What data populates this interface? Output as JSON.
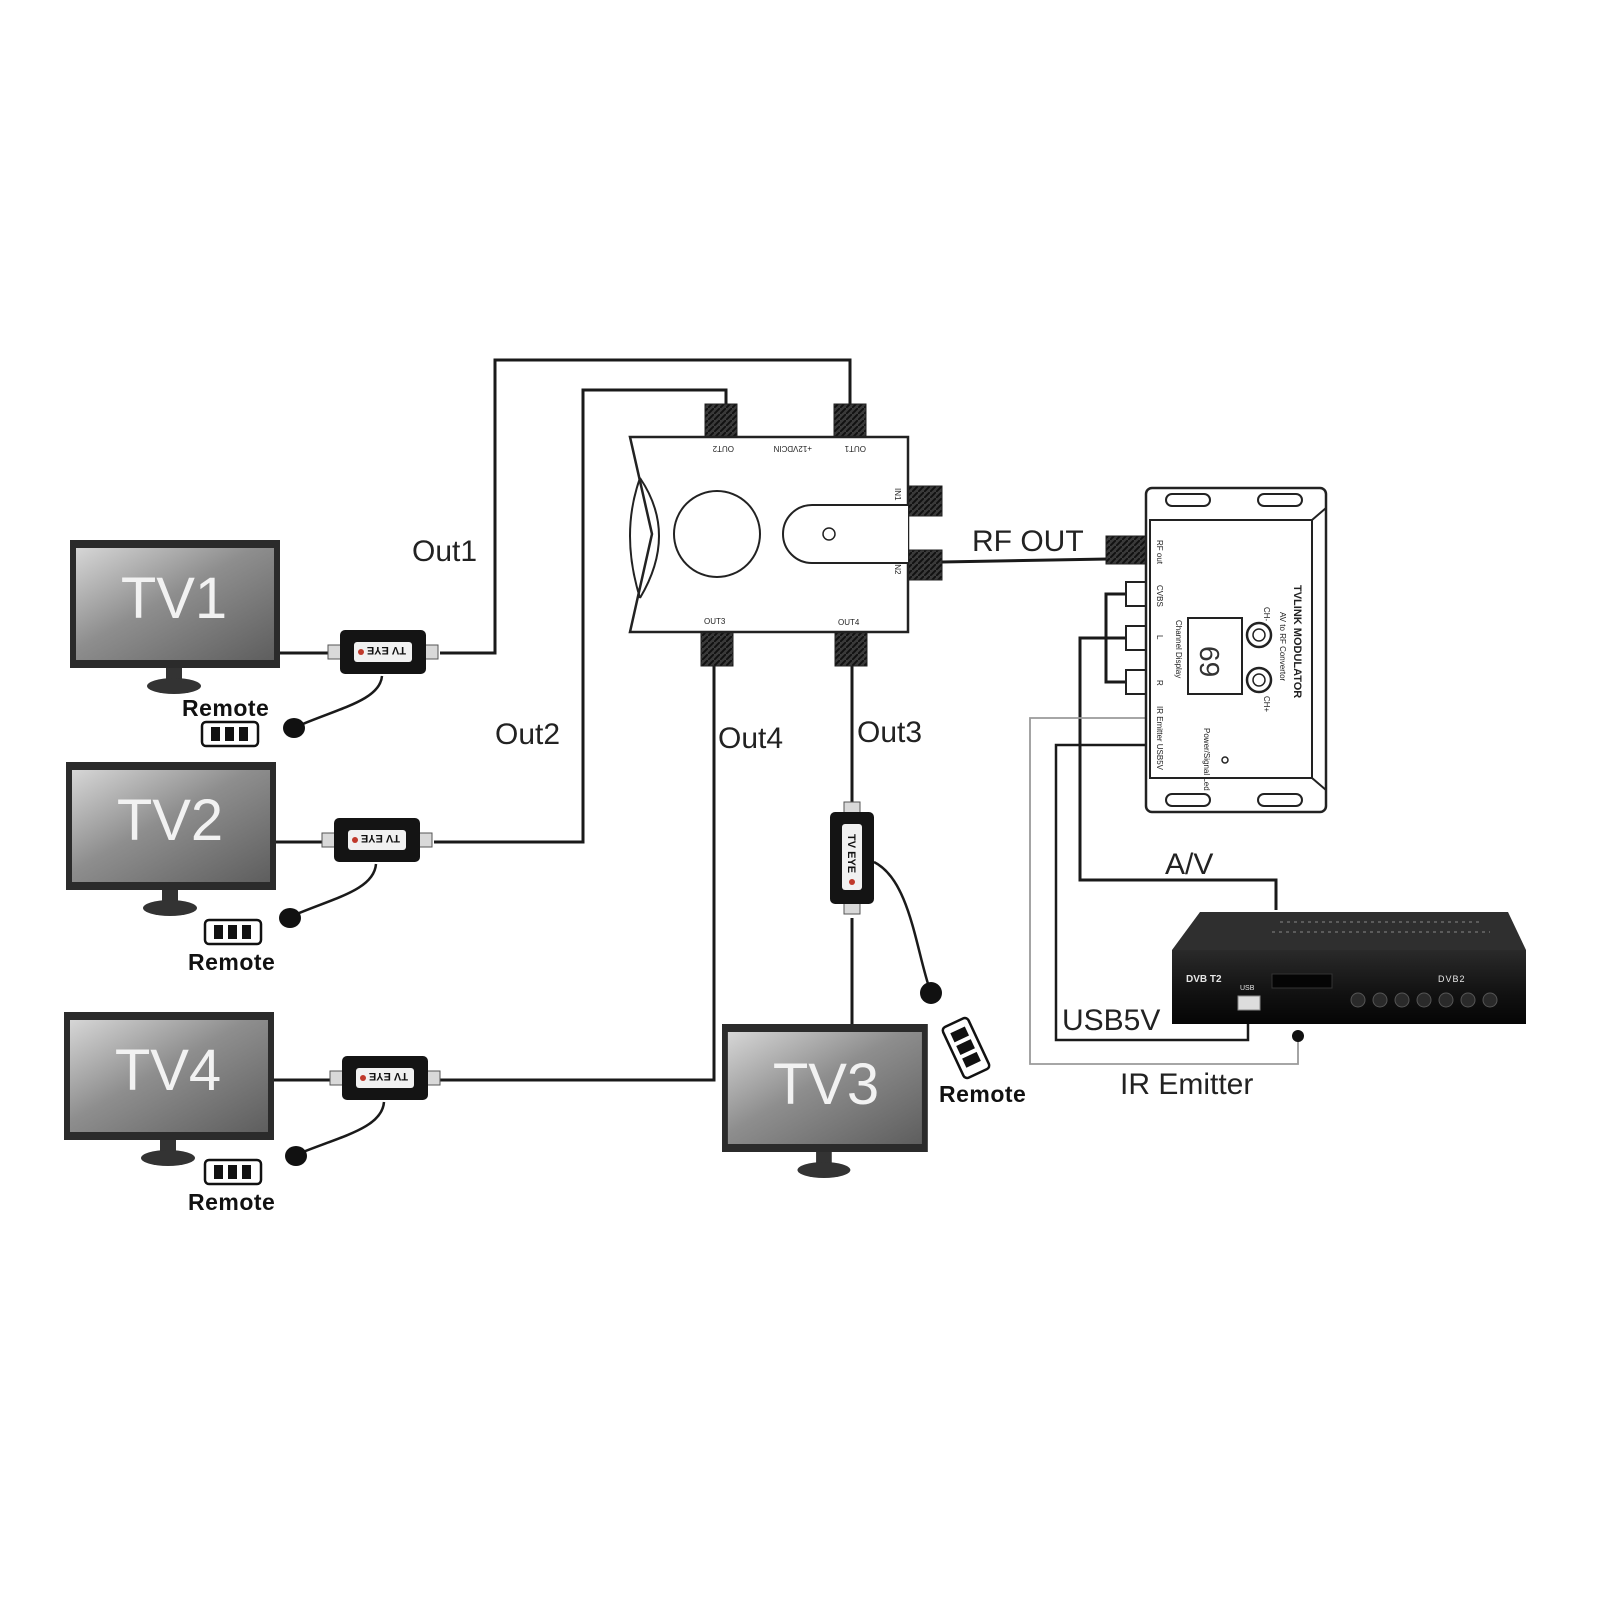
{
  "diagram": {
    "cable_labels": {
      "out1": "Out1",
      "out2": "Out2",
      "out3": "Out3",
      "out4": "Out4",
      "rf_out": "RF OUT",
      "av": "A/V",
      "usb5v": "USB5V",
      "ir_emitter": "IR Emitter"
    },
    "tvs": {
      "tv1": "TV1",
      "tv2": "TV2",
      "tv3": "TV3",
      "tv4": "TV4"
    },
    "remote_label": "Remote",
    "eye_label": "TV EYE",
    "splitter": {
      "port_out1": "OUT1",
      "port_out2": "OUT2",
      "port_dc": "+12VDCIN",
      "port_out3": "OUT3",
      "port_out4": "OUT4",
      "port_in1": "IN1",
      "port_in2": "IN2"
    },
    "modulator": {
      "title": "TVLINK MODULATOR",
      "subtitle": "AV to RF Convertor",
      "ch_minus": "CH-",
      "ch_plus": "CH+",
      "display_digits": "69",
      "display_label": "Channel Display",
      "port_rf_out": "RF out",
      "port_cvbs": "CVBS",
      "port_l": "L",
      "port_r": "R",
      "port_ir_usb": "IR Emitter USB5V",
      "power_led": "Power/Signal Led"
    },
    "receiver": {
      "brand": "DVB T2",
      "model": "DVB2",
      "usb": "USB"
    }
  }
}
